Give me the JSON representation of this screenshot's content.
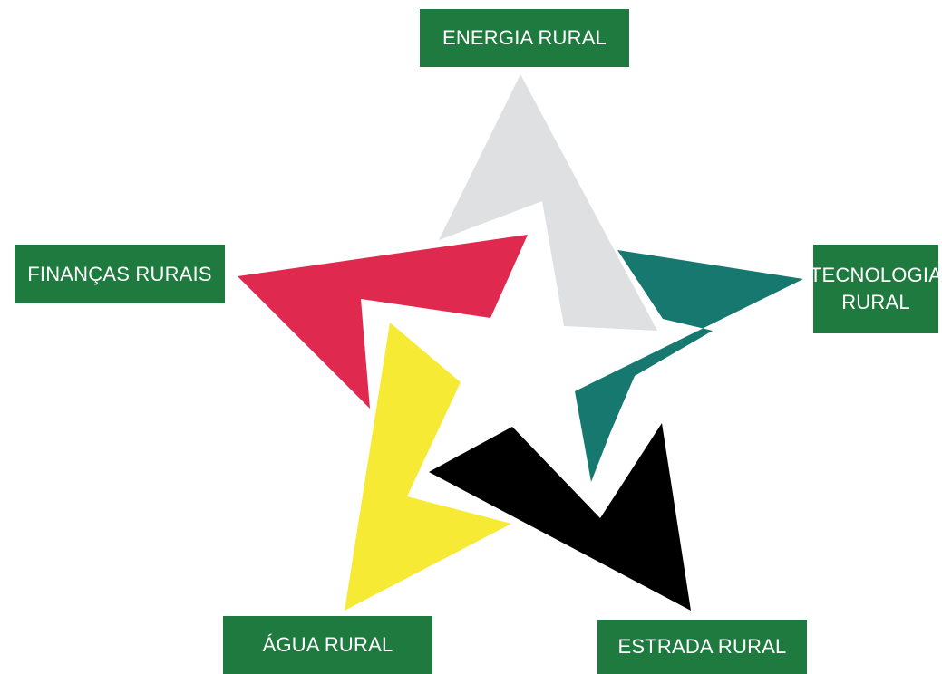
{
  "labels": {
    "energia": "ENERGIA RURAL",
    "tecnologia_line1": "TECNOLOGIA",
    "tecnologia_line2": "RURAL",
    "financas": "FINANÇAS RURAIS",
    "agua": "ÁGUA RURAL",
    "estrada": "ESTRADA RURAL"
  },
  "colors": {
    "label_bg": "#1e7a3e",
    "label_text": "#ffffff",
    "energia_arm": "#dfe0e1",
    "tecnologia_arm": "#16786f",
    "financas_arm": "#e0294f",
    "agua_arm": "#f7ea35",
    "estrada_arm": "#000000"
  }
}
